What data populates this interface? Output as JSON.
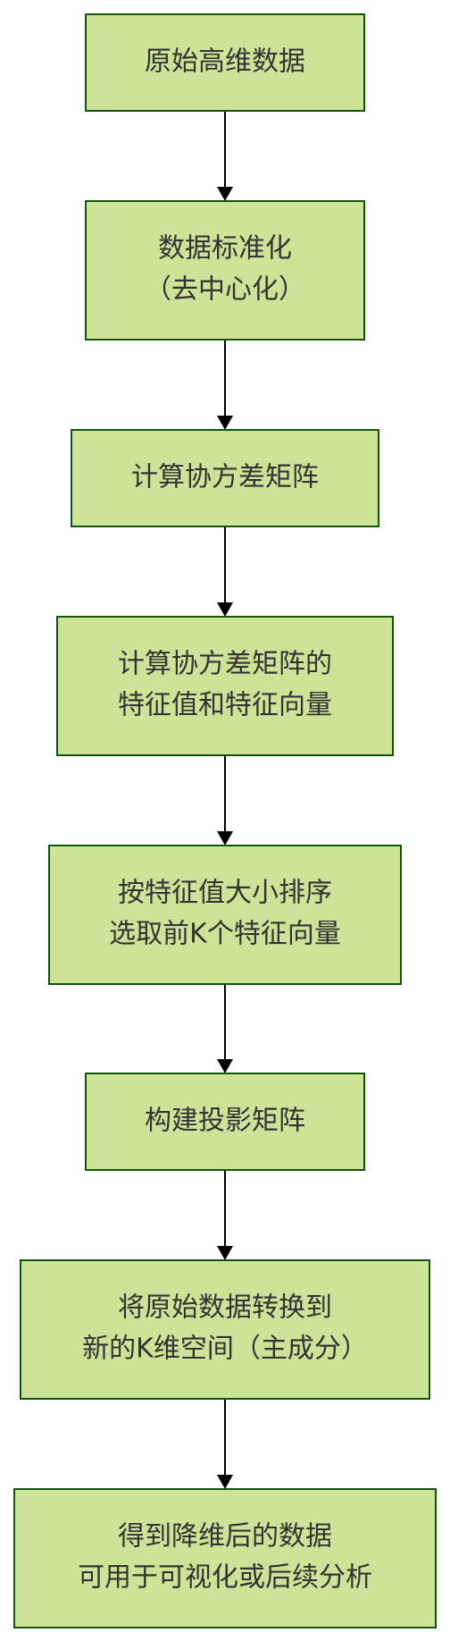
{
  "flowchart": {
    "nodes": [
      {
        "id": "n1",
        "lines": [
          "原始高维数据"
        ]
      },
      {
        "id": "n2",
        "lines": [
          "数据标准化",
          "（去中心化）"
        ]
      },
      {
        "id": "n3",
        "lines": [
          "计算协方差矩阵"
        ]
      },
      {
        "id": "n4",
        "lines": [
          "计算协方差矩阵的",
          "特征值和特征向量"
        ]
      },
      {
        "id": "n5",
        "lines": [
          "按特征值大小排序",
          "选取前K个特征向量"
        ]
      },
      {
        "id": "n6",
        "lines": [
          "构建投影矩阵"
        ]
      },
      {
        "id": "n7",
        "lines": [
          "将原始数据转换到",
          "新的K维空间（主成分）"
        ]
      },
      {
        "id": "n8",
        "lines": [
          "得到降维后的数据",
          "可用于可视化或后续分析"
        ]
      }
    ],
    "edges": [
      {
        "from": "n1",
        "to": "n2"
      },
      {
        "from": "n2",
        "to": "n3"
      },
      {
        "from": "n3",
        "to": "n4"
      },
      {
        "from": "n4",
        "to": "n5"
      },
      {
        "from": "n5",
        "to": "n6"
      },
      {
        "from": "n6",
        "to": "n7"
      },
      {
        "from": "n7",
        "to": "n8"
      }
    ],
    "colors": {
      "node_fill": "#cde498",
      "node_stroke": "#13540c",
      "text": "#333333",
      "arrow": "#000000"
    }
  }
}
